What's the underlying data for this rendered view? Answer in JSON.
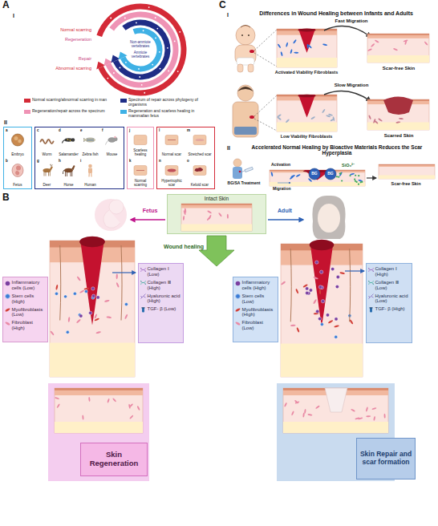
{
  "diagram": {
    "nodes": [
      {
        "text": []
      },
      {
        "text": [
          "a",
          "Embryo"
        ],
        "in": 0
      },
      {
        "text": [
          "b",
          "Fetus"
        ],
        "in": 0
      },
      {
        "text": []
      },
      {
        "text": [
          "c",
          "Worm"
        ],
        "in": 3
      },
      {
        "text": [
          "d",
          "Salamander"
        ],
        "in": 3
      },
      {
        "text": [
          "e",
          "Zebra fish"
        ],
        "in": 3
      },
      {
        "text": [
          "f",
          "Mouse"
        ],
        "in": 3
      },
      {
        "text": [
          "g",
          "Deer"
        ],
        "in": 3
      },
      {
        "text": [
          "h",
          "Horse"
        ],
        "in": 3
      },
      {
        "text": [
          "i",
          "Human"
        ],
        "in": 3
      },
      {
        "text": []
      },
      {
        "text": [
          "j",
          "Scarless healing"
        ],
        "in": 11
      },
      {
        "text": [
          "k",
          "Normal scarring"
        ],
        "in": 11
      },
      {
        "text": []
      },
      {
        "text": [
          "l",
          "Normal scar"
        ],
        "in": 14
      },
      {
        "text": [
          "m",
          "Stretched scar"
        ],
        "in": 14
      },
      {
        "text": [
          "n",
          "Hypertrophic scar"
        ],
        "in": 14
      },
      {
        "text": [
          "o",
          "Keloid scar"
        ],
        "in": 14
      },
      {
        "text": [
          "Intact Skin"
        ]
      },
      {
        "text": [
          "Inflammatory cells (Low)",
          "Stem cells (High)",
          "Myofibroblasts (Low)",
          "Fibroblast (High)"
        ]
      },
      {
        "text": [
          "Collagen Ⅰ (Low)",
          "Collagen Ⅲ (High)",
          "Hyaluronic acid (High)",
          "TGF- β (Low)"
        ]
      },
      {
        "text": [
          "Skin Regeneration"
        ]
      },
      {
        "text": [
          "Inflammatory cells (High)",
          "Stem cells (Low)",
          "Myofibroblasts (High)",
          "Fibroblast (Low)"
        ]
      },
      {
        "text": [
          "Collagen Ⅰ (High)",
          "Collagen Ⅲ (Low)",
          "Hyaluronic acid (Low)",
          "TGF- β (High)"
        ]
      },
      {
        "text": [
          "Skin Repair and scar formation"
        ]
      }
    ],
    "labels": [
      "A",
      "I",
      "Normal scarring",
      "Regeneration",
      "Repair",
      "Abnormal scarring",
      "Non-amniote vertebrates",
      "Amniote vertebrates",
      "II",
      "C",
      "I",
      "Differences in Wound Healing between Infants and Adults",
      "Fast Migration",
      "Activated Viability Fibroblasts",
      "Scar-free Skin",
      "Slow Migration",
      "Low Viability Fibroblasts",
      "Scarred Skin",
      "II",
      "Accelerated Normal Healing by Bioactive Materials Reduces the Scar Hyperplasia",
      "BG/SA Treatment",
      "Activation",
      "BG",
      "BG",
      "Migration",
      "SiO₃²⁻",
      "Scar-free Skin",
      "B",
      "Fetus",
      "Adult",
      "Wound healing"
    ],
    "legend": [
      {
        "text": "Normal scarring/abnormal scarring in man",
        "color": "#d42a37"
      },
      {
        "text": "Regeneration/repair across the spectrum",
        "color": "#ef93b5"
      },
      {
        "text": "Spectrum of repair across phylogeny of organisms",
        "color": "#1f2d86"
      },
      {
        "text": "Regeneration and scarless healing in mammalian fetus",
        "color": "#3fb1e5"
      }
    ]
  }
}
